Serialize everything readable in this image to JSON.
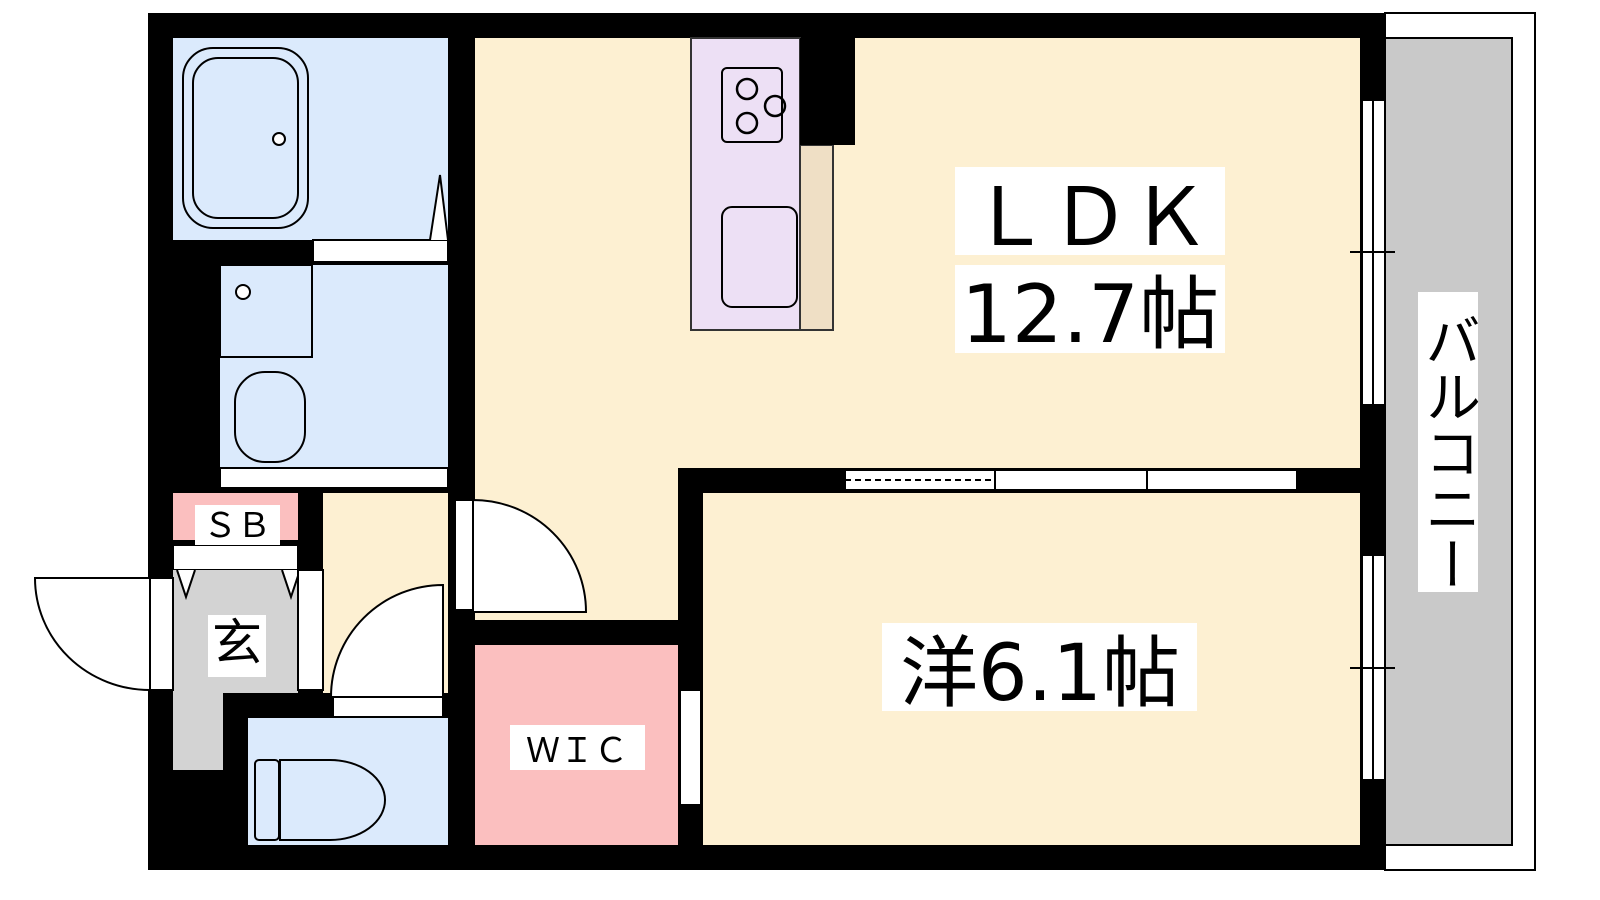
{
  "rooms": {
    "ldk": {
      "name": "ＬＤＫ",
      "size": "12.7帖"
    },
    "western": {
      "label": "洋6.1帖"
    },
    "wic": {
      "label": "ＷＩＣ"
    },
    "shoe_box": {
      "label": "ＳＢ"
    },
    "entrance": {
      "label": "玄"
    },
    "balcony": {
      "label": "バルコニー"
    }
  },
  "colors": {
    "wall": "#000000",
    "living": "#fdf0d2",
    "wet": "#dbeafc",
    "kitchen": "#ede0f5",
    "counter": "#efdfc5",
    "storage": "#fbbfbf",
    "entrance": "#d3d3d3",
    "balcony": "#c9c9c9"
  }
}
